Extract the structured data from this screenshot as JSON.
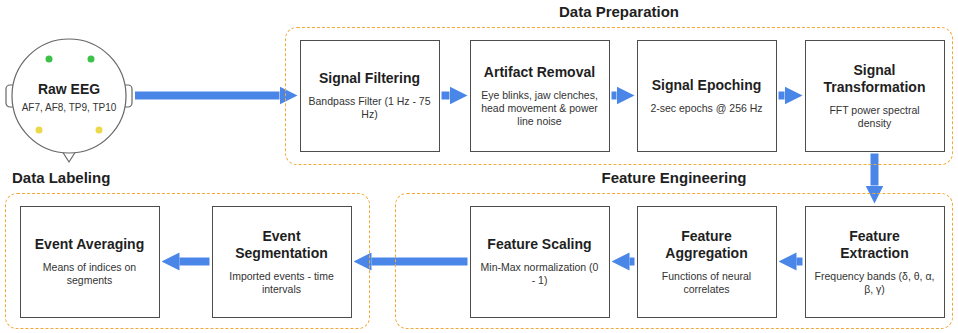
{
  "diagram": {
    "nodes": [
      {
        "text": [
          "Raw EEG",
          "AF7, AF8, TP9, TP10"
        ]
      },
      {
        "text": [
          "Data Preparation"
        ]
      },
      {
        "text": [
          "Signal Filtering",
          "Bandpass Filter (1 Hz - 75 Hz)"
        ],
        "in": 1
      },
      {
        "text": [
          "Artifact Removal",
          "Eye blinks, jaw clenches, head movement & power line noise"
        ],
        "in": 1
      },
      {
        "text": [
          "Signal Epoching",
          "2-sec epochs @ 256 Hz"
        ],
        "in": 1
      },
      {
        "text": [
          "Signal Transformation",
          "FFT power spectral density"
        ],
        "in": 1
      },
      {
        "text": [
          "Data Labeling"
        ]
      },
      {
        "text": [
          "Event Averaging",
          "Means of indices on segments"
        ],
        "in": 6
      },
      {
        "text": [
          "Event Segmentation",
          "Imported events - time intervals"
        ],
        "in": 6
      },
      {
        "text": [
          "Feature Engineering"
        ]
      },
      {
        "text": [
          "Feature Scaling",
          "Min-Max normalization (0 - 1)"
        ],
        "in": 9
      },
      {
        "text": [
          "Feature Aggregation",
          "Functions of neural correlates"
        ],
        "in": 9
      },
      {
        "text": [
          "Feature Extraction",
          "Frequency bands (δ, θ, α, β, γ)"
        ],
        "in": 9
      }
    ],
    "edges": [
      {
        "from": 0,
        "to": 2,
        "arrow": "to"
      },
      {
        "from": 2,
        "to": 3,
        "arrow": "to"
      },
      {
        "from": 3,
        "to": 4,
        "arrow": "to"
      },
      {
        "from": 4,
        "to": 5,
        "arrow": "to"
      },
      {
        "from": 5,
        "to": 12,
        "arrow": "to"
      },
      {
        "from": 12,
        "to": 11,
        "arrow": "to"
      },
      {
        "from": 11,
        "to": 10,
        "arrow": "to"
      },
      {
        "from": 10,
        "to": 8,
        "arrow": "to"
      },
      {
        "from": 8,
        "to": 7,
        "arrow": "to"
      }
    ]
  }
}
